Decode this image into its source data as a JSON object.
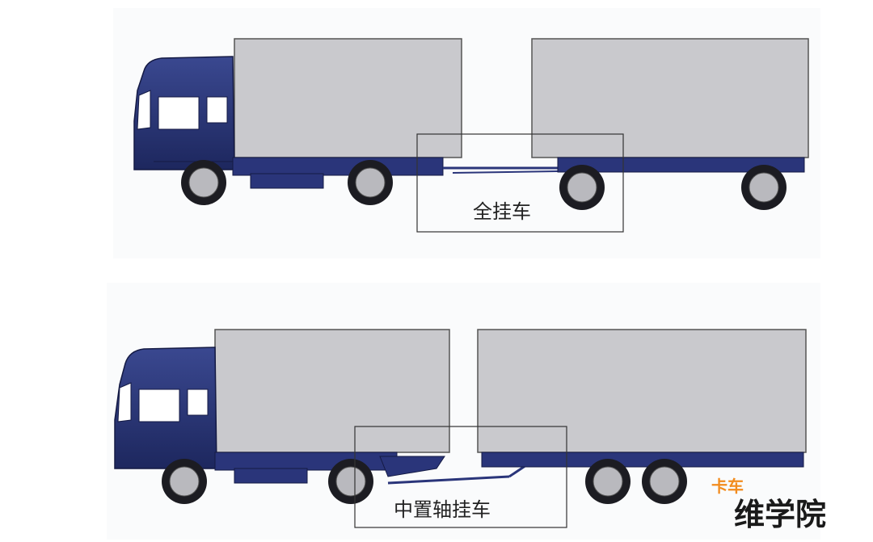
{
  "diagrams": [
    {
      "caption": "全挂车"
    },
    {
      "caption": "中置轴挂车"
    }
  ],
  "watermark": {
    "top_text": "卡车",
    "bottom_text": "维学院",
    "top_color": "#f28c1e",
    "bottom_color": "#1a1a1a"
  },
  "colors": {
    "cab_blue": "#2d3a7c",
    "cab_dark": "#1e2860",
    "box_gray": "#c8c8cc",
    "chassis": "#2a357a",
    "wheel": "#b8b8bc"
  }
}
